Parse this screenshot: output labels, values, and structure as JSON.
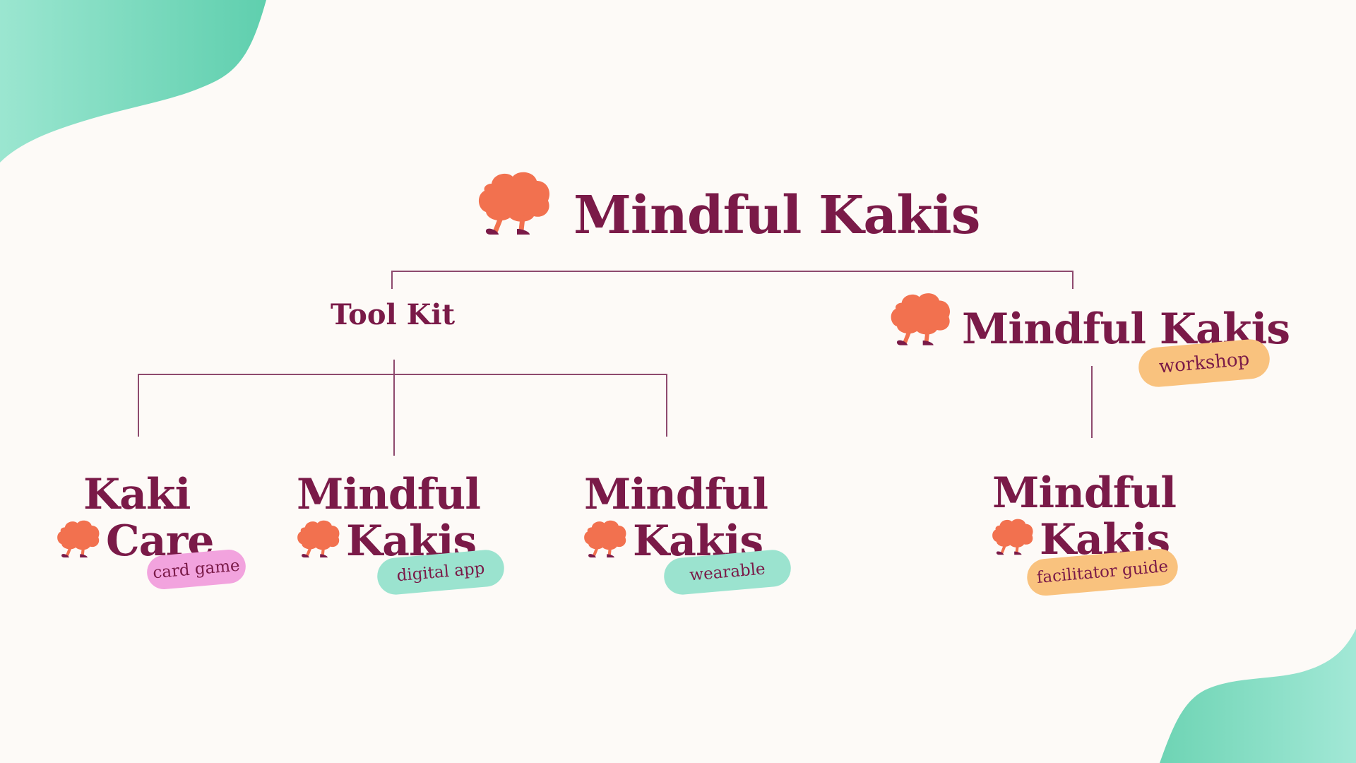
{
  "colors": {
    "background": "#FDFAF7",
    "brand_maroon": "#7A1A48",
    "mascot_coral": "#F2714F",
    "connector": "#8E4A6E",
    "blob_teal_light": "#9BE6D0",
    "blob_teal_dark": "#5FCFAE",
    "pill_pink": "#F2A3DE",
    "pill_mint": "#9BE3CF",
    "pill_orange": "#F9C27E"
  },
  "root": {
    "title": "Mindful Kakis",
    "icon": "walking-cloud-mascot-icon"
  },
  "branches": {
    "toolkit": {
      "label": "Tool Kit",
      "children": [
        {
          "line1": "Kaki",
          "line2": "Care",
          "tag": "card game",
          "tag_color": "pink"
        },
        {
          "line1": "Mindful",
          "line2": "Kakis",
          "tag": "digital app",
          "tag_color": "mint"
        },
        {
          "line1": "Mindful",
          "line2": "Kakis",
          "tag": "wearable",
          "tag_color": "mint"
        }
      ]
    },
    "workshop": {
      "title": "Mindful Kakis",
      "tag": "workshop",
      "tag_color": "orange",
      "children": [
        {
          "line1": "Mindful",
          "line2": "Kakis",
          "tag": "facilitator guide",
          "tag_color": "orange"
        }
      ]
    }
  }
}
